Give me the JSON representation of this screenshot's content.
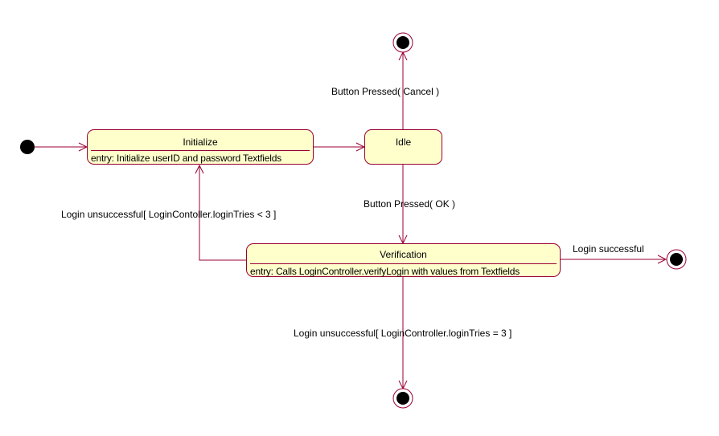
{
  "colors": {
    "stroke": "#990033",
    "state_fill": "#ffffcc",
    "node_fill": "#000000",
    "background": "#ffffff"
  },
  "states": {
    "initialize": {
      "name": "Initialize",
      "entry": "entry: Initialize userID and password Textfields"
    },
    "idle": {
      "name": "Idle"
    },
    "verification": {
      "name": "Verification",
      "entry": "entry: Calls LoginController.verifyLogin with values from Textfields"
    }
  },
  "transitions": {
    "cancel": "Button Pressed( Cancel )",
    "ok": "Button Pressed( OK )",
    "retry": "Login unsuccessful[ LoginContoller.loginTries < 3 ]",
    "success": "Login successful",
    "fail": "Login unsuccessful[ LoginController.loginTries = 3 ]"
  }
}
